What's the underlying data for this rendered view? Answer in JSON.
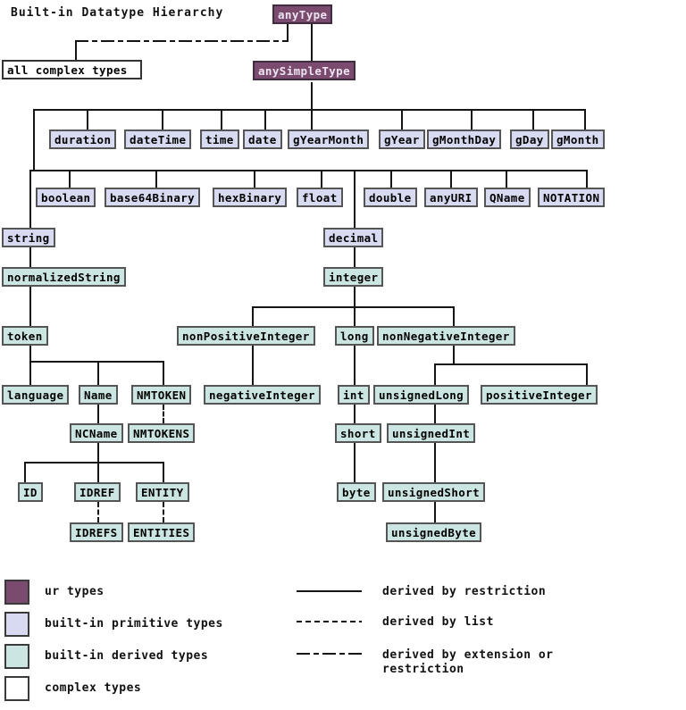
{
  "title": "Built-in Datatype Hierarchy",
  "nodes": [
    {
      "label": "anyType",
      "type": "ur"
    },
    {
      "label": "all complex types",
      "type": "complex"
    },
    {
      "label": "anySimpleType",
      "type": "ur"
    },
    {
      "label": "duration",
      "type": "primitive"
    },
    {
      "label": "dateTime",
      "type": "primitive"
    },
    {
      "label": "time",
      "type": "primitive"
    },
    {
      "label": "date",
      "type": "primitive"
    },
    {
      "label": "gYearMonth",
      "type": "primitive"
    },
    {
      "label": "gYear",
      "type": "primitive"
    },
    {
      "label": "gMonthDay",
      "type": "primitive"
    },
    {
      "label": "gDay",
      "type": "primitive"
    },
    {
      "label": "gMonth",
      "type": "primitive"
    },
    {
      "label": "boolean",
      "type": "primitive"
    },
    {
      "label": "base64Binary",
      "type": "primitive"
    },
    {
      "label": "hexBinary",
      "type": "primitive"
    },
    {
      "label": "float",
      "type": "primitive"
    },
    {
      "label": "double",
      "type": "primitive"
    },
    {
      "label": "anyURI",
      "type": "primitive"
    },
    {
      "label": "QName",
      "type": "primitive"
    },
    {
      "label": "NOTATION",
      "type": "primitive"
    },
    {
      "label": "string",
      "type": "primitive"
    },
    {
      "label": "decimal",
      "type": "primitive"
    },
    {
      "label": "normalizedString",
      "type": "derived"
    },
    {
      "label": "integer",
      "type": "derived"
    },
    {
      "label": "token",
      "type": "derived"
    },
    {
      "label": "nonPositiveInteger",
      "type": "derived"
    },
    {
      "label": "long",
      "type": "derived"
    },
    {
      "label": "nonNegativeInteger",
      "type": "derived"
    },
    {
      "label": "language",
      "type": "derived"
    },
    {
      "label": "Name",
      "type": "derived"
    },
    {
      "label": "NMTOKEN",
      "type": "derived"
    },
    {
      "label": "negativeInteger",
      "type": "derived"
    },
    {
      "label": "int",
      "type": "derived"
    },
    {
      "label": "unsignedLong",
      "type": "derived"
    },
    {
      "label": "positiveInteger",
      "type": "derived"
    },
    {
      "label": "NCName",
      "type": "derived"
    },
    {
      "label": "NMTOKENS",
      "type": "derived"
    },
    {
      "label": "short",
      "type": "derived"
    },
    {
      "label": "unsignedInt",
      "type": "derived"
    },
    {
      "label": "ID",
      "type": "derived"
    },
    {
      "label": "IDREF",
      "type": "derived"
    },
    {
      "label": "ENTITY",
      "type": "derived"
    },
    {
      "label": "byte",
      "type": "derived"
    },
    {
      "label": "unsignedShort",
      "type": "derived"
    },
    {
      "label": "IDREFS",
      "type": "derived"
    },
    {
      "label": "ENTITIES",
      "type": "derived"
    },
    {
      "label": "unsignedByte",
      "type": "derived"
    }
  ],
  "legend": {
    "types": [
      {
        "label": "ur types",
        "color": "#7b4a6f"
      },
      {
        "label": "built-in primitive types",
        "color": "#d8daf2"
      },
      {
        "label": "built-in derived types",
        "color": "#cbe6e2"
      },
      {
        "label": "complex types",
        "color": "#ffffff"
      }
    ],
    "lines": [
      {
        "label": "derived by restriction",
        "style": "solid"
      },
      {
        "label": "derived by list",
        "style": "dashed"
      },
      {
        "label": "derived by extension or restriction",
        "style": "dash-dot"
      }
    ]
  },
  "palette": {
    "ur": "#7b4a6f",
    "primitive": "#d8daf2",
    "derived": "#cbe6e2",
    "complex": "#ffffff",
    "line": "#151515"
  }
}
